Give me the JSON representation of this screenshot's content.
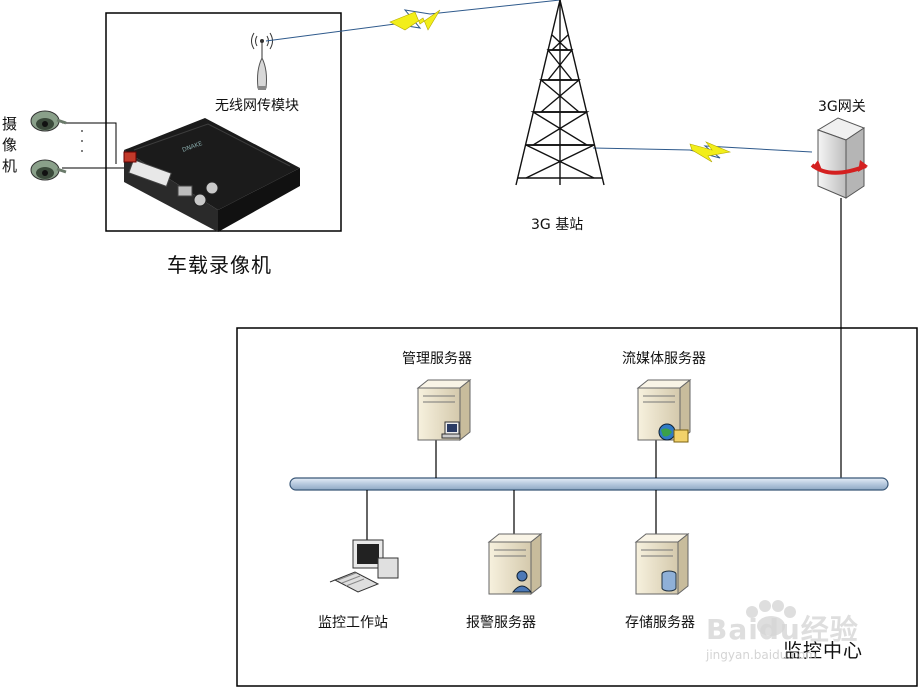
{
  "camera_label": "摄像机",
  "camera_label_chars": [
    "摄",
    "像",
    "机"
  ],
  "wireless_module_label": "无线网传模块",
  "vehicle_recorder_label": "车载录像机",
  "base_station_label": "3G 基站",
  "gateway_label": "3G网关",
  "monitoring_center_label": "监控中心",
  "servers": {
    "management": "管理服务器",
    "streaming": "流媒体服务器",
    "workstation": "监控工作站",
    "alarm": "报警服务器",
    "storage": "存储服务器"
  },
  "watermark": {
    "brand": "Baidu经验",
    "url": "jingyan.baidu.com"
  },
  "colors": {
    "frame": "#000000",
    "bus_fill": "#c9d9ea",
    "bus_stroke": "#3a5878",
    "lightning": "#f2ee1a",
    "tower": "#111111",
    "server_body": "#ece4cf"
  }
}
